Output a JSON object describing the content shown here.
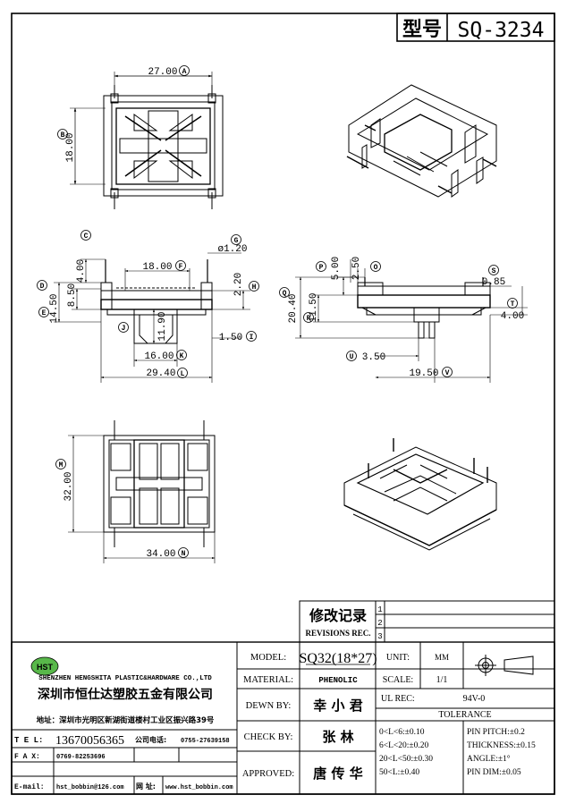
{
  "title_block": {
    "model_cn_label": "型号",
    "model_number": "SQ-3234"
  },
  "dimensions": {
    "top_width": "27.00",
    "top_width_tag": "A",
    "top_height": "18.00",
    "top_height_tag": "B",
    "side_c": "4.00",
    "side_c_tag": "C",
    "side_d": "8.50",
    "side_d_tag": "D",
    "side_e": "14.50",
    "side_e_tag": "E",
    "side_f": "18.00",
    "side_f_tag": "F",
    "side_g": "ø1.20",
    "side_g_tag": "G",
    "side_h": "2.20",
    "side_h_tag": "H",
    "side_i": "1.50",
    "side_i_tag": "I",
    "side_j": "11.90",
    "side_j_tag": "J",
    "side_k": "16.00",
    "side_k_tag": "K",
    "side_l": "29.40",
    "side_l_tag": "L",
    "bot_m": "32.00",
    "bot_m_tag": "M",
    "bot_n": "34.00",
    "bot_n_tag": "N",
    "end_o": "2.50",
    "end_o_tag": "O",
    "end_p": "5.00",
    "end_p_tag": "P",
    "end_q": "20.40",
    "end_q_tag": "Q",
    "end_r": "11.50",
    "end_r_tag": "R",
    "end_s": "0.85",
    "end_s_tag": "S",
    "end_t": "4.00",
    "end_t_tag": "T",
    "end_u": "3.50",
    "end_u_tag": "U",
    "end_v": "19.50",
    "end_v_tag": "V"
  },
  "revisions": {
    "cn_label": "修改记录",
    "en_label": "REVISIONS REC.",
    "marks": [
      "1",
      "2",
      "3"
    ]
  },
  "company": {
    "logo_text": "HST",
    "name_en": "SHENZHEN HENGSHITA PLASTIC&HARDWARE CO.,LTD",
    "name_cn": "深圳市恒仕达塑胶五金有限公司",
    "address": "地址：深圳市光明区新湖街道楼村工业区振兴路39号",
    "tel_label": "T E L:",
    "tel": "13670056365",
    "company_phone_label": "公司电话:",
    "company_phone": "0755-27639158",
    "fax_label": "F A X:",
    "fax": "0769-82253696",
    "email_label": "E-mail:",
    "email": "hst_bobbin@126.com",
    "web_label": "网 址:",
    "web": "www.hst_bobbin.com"
  },
  "spec": {
    "model_label": "MODEL:",
    "model_value": "SQ32(18*27)",
    "material_label": "MATERIAL:",
    "material_value": "PHENOLIC",
    "drawn_label": "DEWN BY:",
    "drawn_value": "幸 小 君",
    "check_label": "CHECK BY:",
    "check_value": "张  林",
    "approved_label": "APPROVED:",
    "approved_value": "唐 传 华",
    "unit_label": "UNIT:",
    "unit_value": "MM",
    "scale_label": "SCALE:",
    "scale_value": "1/1",
    "ul_label": "UL REC:",
    "ul_value": "94V-0",
    "tolerance_label": "TOLERANCE",
    "tol_lines": [
      "0<L<6:±0.10",
      "6<L<20:±0.20",
      "20<L<50:±0.30",
      "50<L:±0.40"
    ],
    "pin_lines": [
      "PIN PITCH:±0.2",
      "THICKNESS:±0.15",
      "ANGLE:±1°",
      "PIN DIM:±0.05"
    ]
  }
}
